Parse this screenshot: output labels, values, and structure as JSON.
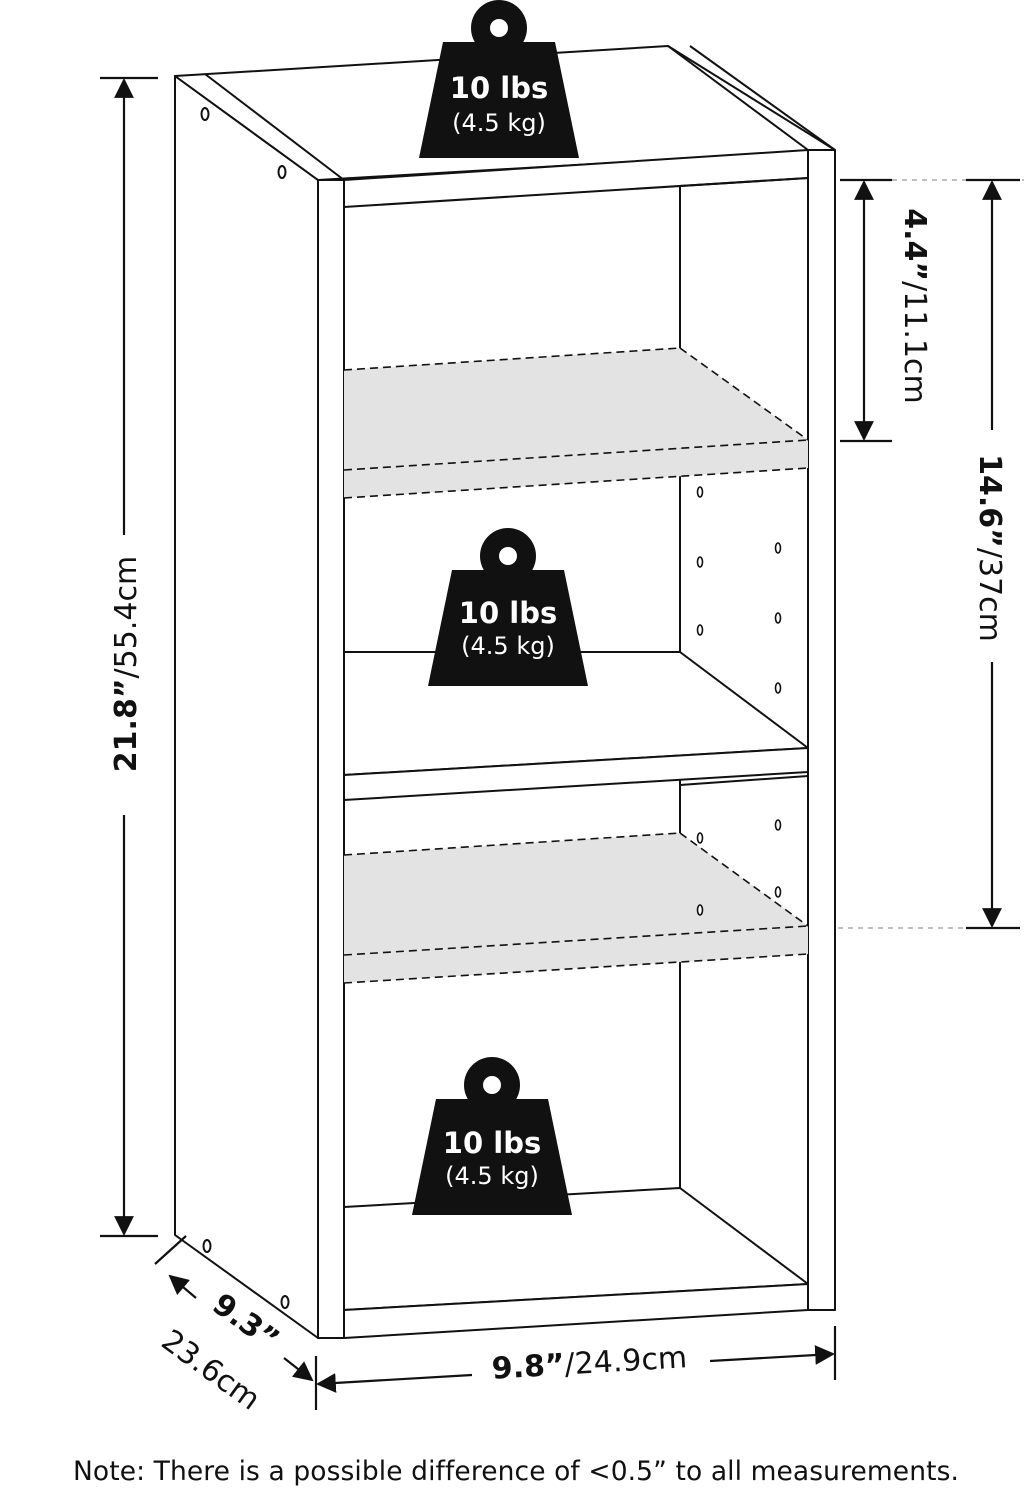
{
  "weight_badges": [
    {
      "weight": "10 lbs",
      "metric": "(4.5 kg)"
    },
    {
      "weight": "10 lbs",
      "metric": "(4.5 kg)"
    },
    {
      "weight": "10 lbs",
      "metric": "(4.5 kg)"
    }
  ],
  "dimensions": {
    "height": {
      "imperial": "21.8”",
      "metric": "/55.4cm"
    },
    "width": {
      "imperial": "9.8”",
      "metric": "/24.9cm"
    },
    "depth": {
      "imperial": "9.3”",
      "metric": "23.6cm"
    },
    "top_cubby": {
      "imperial": "4.4”",
      "metric": "/11.1cm"
    },
    "shelf_spacing": {
      "imperial": "14.6”",
      "metric": "/37cm"
    }
  },
  "note": "Note: There is a possible difference of <0.5” to all measurements.",
  "colors": {
    "line": "#111111",
    "shelf_fill": "#e3e3e3",
    "badge": "#111111",
    "badge_text": "#ffffff"
  }
}
